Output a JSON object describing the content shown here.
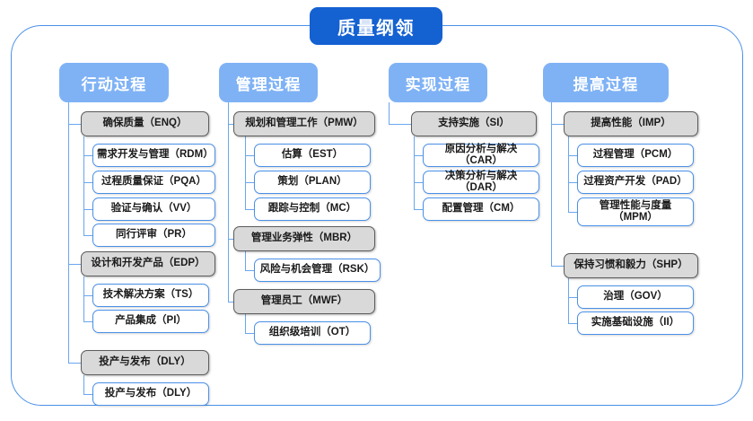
{
  "diagram": {
    "root": {
      "label": "质量纲领"
    },
    "columns": [
      {
        "id": "col-action",
        "header": "行动过程",
        "groups": [
          {
            "label": "确保质量（ENQ）",
            "children": [
              "需求开发与管理（RDM）",
              "过程质量保证（PQA）",
              "验证与确认（VV）",
              "同行评审（PR）"
            ]
          },
          {
            "label": "设计和开发产品（EDP）",
            "children": [
              "技术解决方案（TS）",
              "产品集成（PI）"
            ]
          },
          {
            "label": "投产与发布（DLY）",
            "children": [
              "投产与发布（DLY）"
            ]
          }
        ]
      },
      {
        "id": "col-manage",
        "header": "管理过程",
        "groups": [
          {
            "label": "规划和管理工作（PMW）",
            "children": [
              "估算（EST）",
              "策划（PLAN）",
              "跟踪与控制（MC）"
            ]
          },
          {
            "label": "管理业务弹性（MBR）",
            "children": [
              "风险与机会管理（RSK）"
            ]
          },
          {
            "label": "管理员工（MWF）",
            "children": [
              "组织级培训（OT）"
            ]
          }
        ]
      },
      {
        "id": "col-implement",
        "header": "实现过程",
        "groups": [
          {
            "label": "支持实施（SI）",
            "children": [
              "原因分析与解决（CAR）",
              "决策分析与解决（DAR）",
              "配置管理（CM）"
            ]
          }
        ]
      },
      {
        "id": "col-improve",
        "header": "提高过程",
        "groups": [
          {
            "label": "提高性能（IMP）",
            "children": [
              "过程管理（PCM）",
              "过程资产开发（PAD）",
              "管理性能与度量\n（MPM）"
            ]
          },
          {
            "label": "保持习惯和毅力（SHP）",
            "children": [
              "治理（GOV）",
              "实施基础设施（II）"
            ]
          }
        ]
      }
    ]
  },
  "colors": {
    "root_fill": "#1461d2",
    "header_fill": "#7fb2f5",
    "level1_fill": "#d9d9d9",
    "level1_border": "#5c5c5c",
    "level2_fill": "#ffffff",
    "level2_border": "#4a90e8",
    "connector": "#6aa6ef",
    "frame_border": "#4a90e8",
    "text": "#1a1a1a",
    "header_text": "#ffffff"
  }
}
